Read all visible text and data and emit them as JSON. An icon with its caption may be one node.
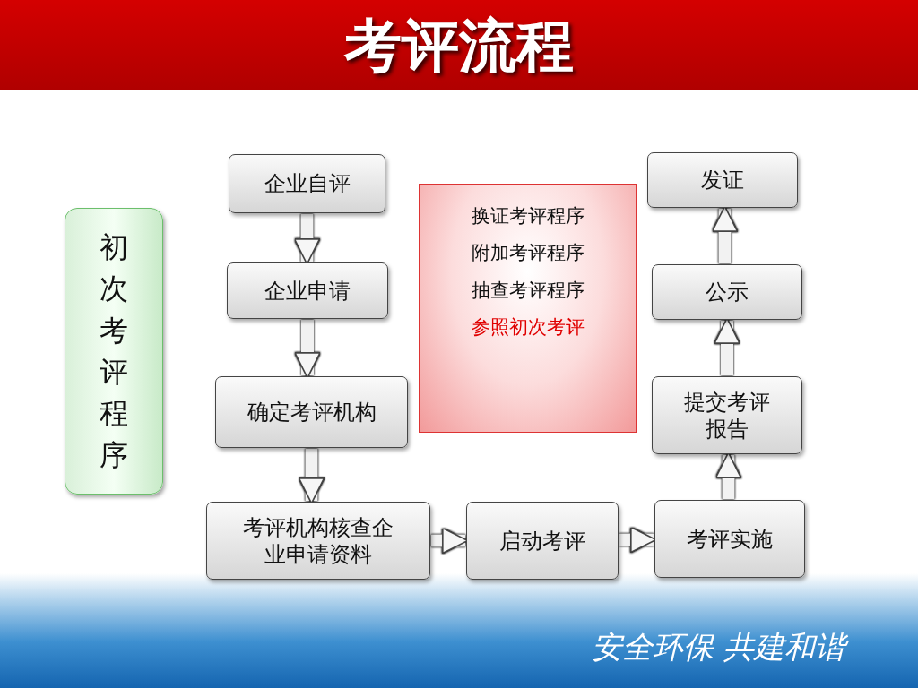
{
  "diagram": {
    "title": "考评流程",
    "nodes": [
      {
        "text": [
          "企业自评"
        ]
      },
      {
        "text": [
          "企业申请"
        ]
      },
      {
        "text": [
          "确定考评机构"
        ]
      },
      {
        "text": [
          "考评机构核查企业申请资料"
        ]
      },
      {
        "text": [
          "启动考评"
        ]
      },
      {
        "text": [
          "考评实施"
        ]
      },
      {
        "text": [
          "提交考评报告"
        ]
      },
      {
        "text": [
          "公示"
        ]
      },
      {
        "text": [
          "发证"
        ]
      },
      {
        "text": [
          "初次考评程序"
        ]
      },
      {
        "text": [
          "换证考评程序",
          "附加考评程序",
          "抽查考评程序",
          "参照初次考评"
        ]
      }
    ],
    "edges": [
      {
        "from": 0,
        "to": 1,
        "arrow": "to"
      },
      {
        "from": 1,
        "to": 2,
        "arrow": "to"
      },
      {
        "from": 2,
        "to": 3,
        "arrow": "to"
      },
      {
        "from": 3,
        "to": 4,
        "arrow": "to"
      },
      {
        "from": 4,
        "to": 5,
        "arrow": "to"
      },
      {
        "from": 5,
        "to": 6,
        "arrow": "to"
      },
      {
        "from": 6,
        "to": 7,
        "arrow": "to"
      },
      {
        "from": 7,
        "to": 8,
        "arrow": "to"
      }
    ],
    "labels": [
      "安全环保 共建和谐"
    ]
  }
}
